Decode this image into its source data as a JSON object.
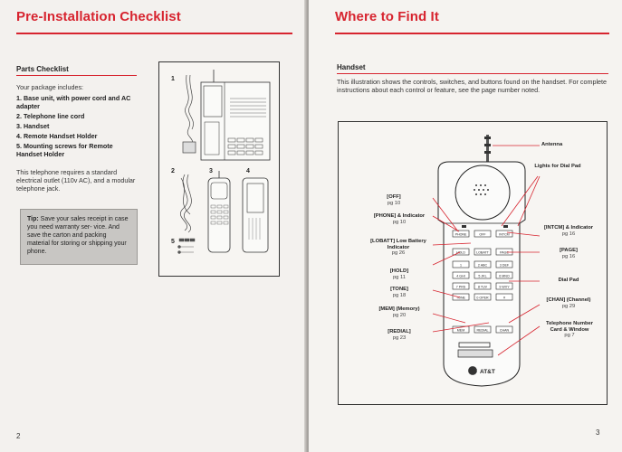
{
  "left": {
    "title": "Pre-Installation Checklist",
    "section": "Parts Checklist",
    "intro": "Your package includes:",
    "items": [
      "1. Base unit, with power cord and AC adapter",
      "2. Telephone line cord",
      "3. Handset",
      "4. Remote Handset Holder",
      "5. Mounting screws for Remote Handset Holder"
    ],
    "requirement": "This telephone requires a standard electrical outlet (110v AC), and a modular telephone jack.",
    "tip_label": "Tip:",
    "tip_text": " Save your sales receipt in case you need warranty ser- vice. And save the carton and packing material for storing or shipping your phone.",
    "figure_numbers": [
      "1",
      "2",
      "3",
      "4",
      "5"
    ],
    "page_number": "2"
  },
  "right": {
    "title": "Where to Find It",
    "section": "Handset",
    "description": "This illustration shows the controls, switches, and buttons found on the handset. For complete instructions about each control or feature, see the page number noted.",
    "page_number": "3",
    "brand": "AT&T",
    "callouts": {
      "antenna": {
        "label": "Antenna"
      },
      "lights": {
        "label": "Lights for Dial Pad"
      },
      "off": {
        "label": "[OFF]",
        "page": "pg 10"
      },
      "phone": {
        "label": "[PHONE] & Indicator",
        "page": "pg 10"
      },
      "lobatt": {
        "label": "[LOBATT] Low Battery Indicator",
        "page": "pg 26"
      },
      "hold": {
        "label": "[HOLD]",
        "page": "pg 11"
      },
      "tone": {
        "label": "[TONE]",
        "page": "pg 18"
      },
      "mem": {
        "label": "[MEM] (Memory)",
        "page": "pg 20"
      },
      "redial": {
        "label": "[REDIAL]",
        "page": "pg 23"
      },
      "intcm": {
        "label": "[INTCM] & Indicator",
        "page": "pg 16"
      },
      "page": {
        "label": "[PAGE]",
        "page": "pg 16"
      },
      "dialpad": {
        "label": "Dial Pad"
      },
      "chan": {
        "label": "[CHAN] (Channel)",
        "page": "pg 29"
      },
      "cord": {
        "label": "Telephone Number Card & Window",
        "page": "pg 7"
      }
    },
    "keys": {
      "row1": [
        "PHONE",
        "OFF",
        "INTCM"
      ],
      "row2": [
        "HOLD",
        "LOBATT",
        "PAGE"
      ],
      "dial": [
        "1",
        "2 ABC",
        "3 DEF",
        "4 GHI",
        "5 JKL",
        "6 MNO",
        "7 PRS",
        "8 TUV",
        "9 WXY",
        "TONE",
        "0 OPER",
        "#"
      ],
      "row_bottom": [
        "MEM",
        "REDIAL",
        "CHAN"
      ]
    }
  },
  "colors": {
    "accent": "#d7242f",
    "paper": "#f3f1ee",
    "tip_box": "#c8c6c3"
  }
}
